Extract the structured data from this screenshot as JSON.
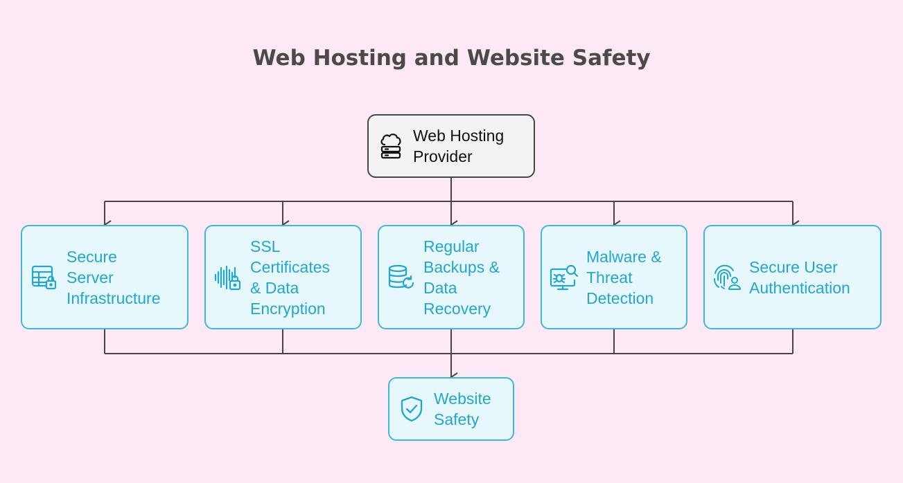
{
  "title": "Web Hosting and Website Safety",
  "colors": {
    "background": "#fde9f5",
    "accent": "#22a6cd",
    "node_border": "#3db8dc",
    "node_fill": "#e6f8fc",
    "connector": "#454545"
  },
  "nodes": {
    "provider": {
      "label": "Web Hosting\nProvider",
      "icon": "cloud-server-icon"
    },
    "servers": {
      "label": "Secure\nServer\nInfrastructure",
      "icon": "server-lock-icon"
    },
    "ssl": {
      "label": "SSL\nCertificates\n& Data\nEncryption",
      "icon": "encrypted-wave-icon"
    },
    "backups": {
      "label": "Regular\nBackups &\nData\nRecovery",
      "icon": "database-restore-icon"
    },
    "malware": {
      "label": "Malware &\nThreat\nDetection",
      "icon": "bug-search-icon"
    },
    "auth": {
      "label": "Secure User\nAuthentication",
      "icon": "fingerprint-user-icon"
    },
    "safety": {
      "label": "Website\nSafety",
      "icon": "shield-check-icon"
    }
  }
}
